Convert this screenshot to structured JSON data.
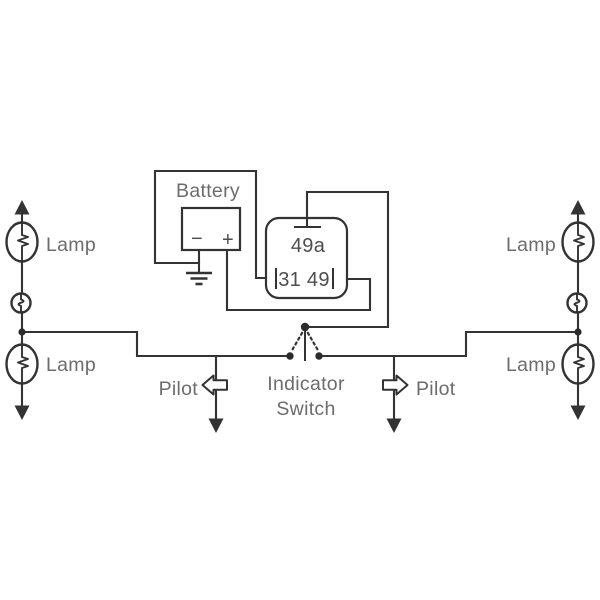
{
  "colors": {
    "background": "#ffffff",
    "wire": "#333333",
    "label_text": "#6c6c6c",
    "component_text": "#4d4d4d",
    "symbol_fill": "#ffffff"
  },
  "battery": {
    "label": "Battery",
    "terminal_minus_label": "−",
    "terminal_plus_label": "+"
  },
  "flasher_relay": {
    "terminal_top_label": "49a",
    "terminal_bottom_label": "31 49"
  },
  "indicator_switch": {
    "label_line1": "Indicator",
    "label_line2": "Switch"
  },
  "left_side": {
    "lamp_top_label": "Lamp",
    "lamp_bottom_label": "Lamp",
    "pilot_label": "Pilot"
  },
  "right_side": {
    "lamp_top_label": "Lamp",
    "lamp_bottom_label": "Lamp",
    "pilot_label": "Pilot"
  },
  "symbols": {
    "lamp": "circle-with-filament-icon",
    "connector": "small-circle-icon",
    "ground": "chassis-ground-icon",
    "direction_arrow": "solid-triangle-arrow-icon",
    "pilot_indicator": "hollow-arrow-icon",
    "switch": "pivot-dot-with-dashed-throws"
  }
}
